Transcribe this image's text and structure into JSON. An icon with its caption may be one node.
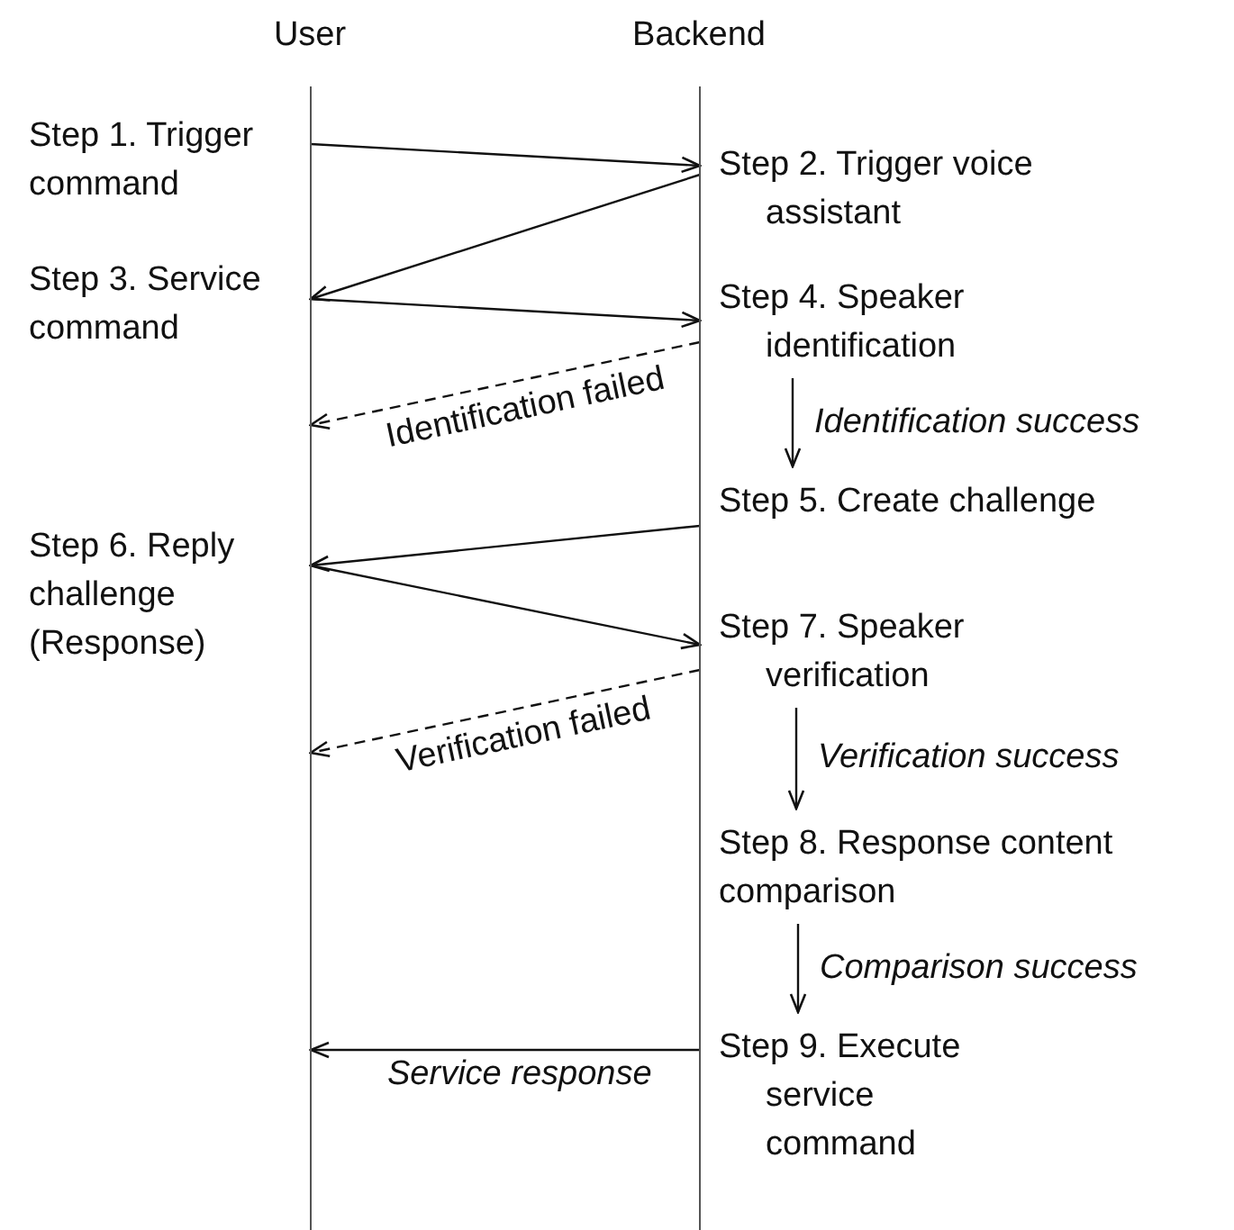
{
  "diagram": {
    "nodes": [
      {
        "text": [
          "User"
        ]
      },
      {
        "text": [
          "Backend"
        ]
      },
      {
        "text": [
          "Step 1. Trigger command"
        ]
      },
      {
        "text": [
          "Step 2. Trigger voice assistant"
        ]
      },
      {
        "text": [
          "Step 3. Service command"
        ]
      },
      {
        "text": [
          "Step 4. Speaker identification"
        ]
      },
      {
        "text": [
          "Step 5. Create challenge"
        ]
      },
      {
        "text": [
          "Step 6. Reply challenge (Response)"
        ]
      },
      {
        "text": [
          "Step 7. Speaker verification"
        ]
      },
      {
        "text": [
          "Step 8. Response content comparison"
        ]
      },
      {
        "text": [
          "Step 9. Execute service command"
        ]
      }
    ],
    "edges": [
      {
        "from": 0,
        "to": 1,
        "arrow": "to"
      },
      {
        "from": 1,
        "to": 0,
        "arrow": "to"
      },
      {
        "from": 0,
        "to": 1,
        "arrow": "to"
      },
      {
        "from": 1,
        "to": 0,
        "arrow": "to",
        "label": "Identification failed",
        "style": "dashed"
      },
      {
        "from": 5,
        "to": 6,
        "arrow": "to",
        "label": "Identification success"
      },
      {
        "from": 1,
        "to": 0,
        "arrow": "to"
      },
      {
        "from": 0,
        "to": 1,
        "arrow": "to"
      },
      {
        "from": 1,
        "to": 0,
        "arrow": "to",
        "label": "Verification failed",
        "style": "dashed"
      },
      {
        "from": 8,
        "to": 9,
        "arrow": "to",
        "label": "Verification success"
      },
      {
        "from": 9,
        "to": 10,
        "arrow": "to",
        "label": "Comparison success"
      },
      {
        "from": 1,
        "to": 0,
        "arrow": "to",
        "label": "Service response"
      }
    ]
  }
}
